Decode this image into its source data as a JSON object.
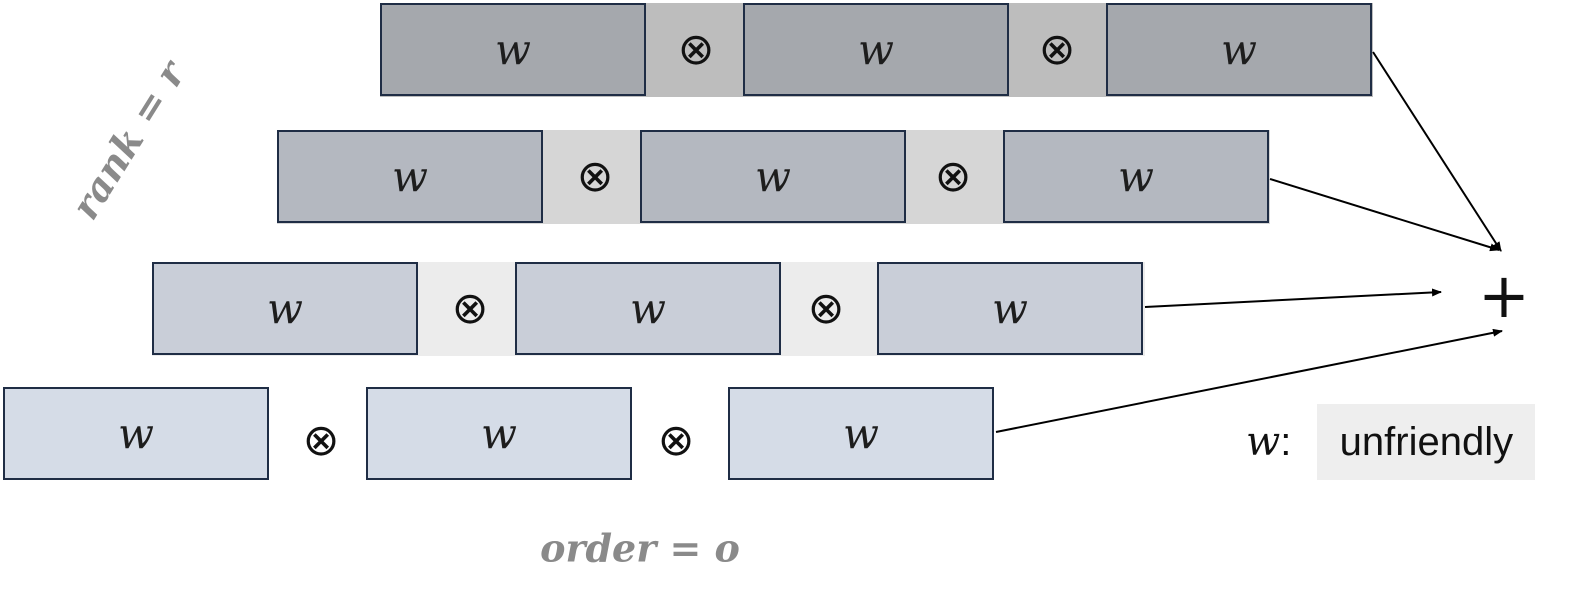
{
  "diagram": {
    "rows": [
      {
        "factors": [
          "w",
          "w",
          "w"
        ],
        "operators": [
          "⊗",
          "⊗"
        ],
        "box_color": "#a5a8ad",
        "band_color": "#bdbdbd"
      },
      {
        "factors": [
          "w",
          "w",
          "w"
        ],
        "operators": [
          "⊗",
          "⊗"
        ],
        "box_color": "#b4b8c0",
        "band_color": "#d6d6d6"
      },
      {
        "factors": [
          "w",
          "w",
          "w"
        ],
        "operators": [
          "⊗",
          "⊗"
        ],
        "box_color": "#c9ced8",
        "band_color": "#ececec"
      },
      {
        "factors": [
          "w",
          "w",
          "w"
        ],
        "operators": [
          "⊗",
          "⊗"
        ],
        "box_color": "#d5dce7",
        "band_color": "#ffffff"
      }
    ],
    "rank_label": "rank = r",
    "order_label": "order = o",
    "sum_symbol": "+",
    "legend": {
      "symbol": "w",
      "colon": ":",
      "text": "unfriendly"
    },
    "colors": {
      "border": "#1f2d45",
      "label_gray": "#8a8a8a",
      "legend_bg": "#eeeeee"
    }
  }
}
